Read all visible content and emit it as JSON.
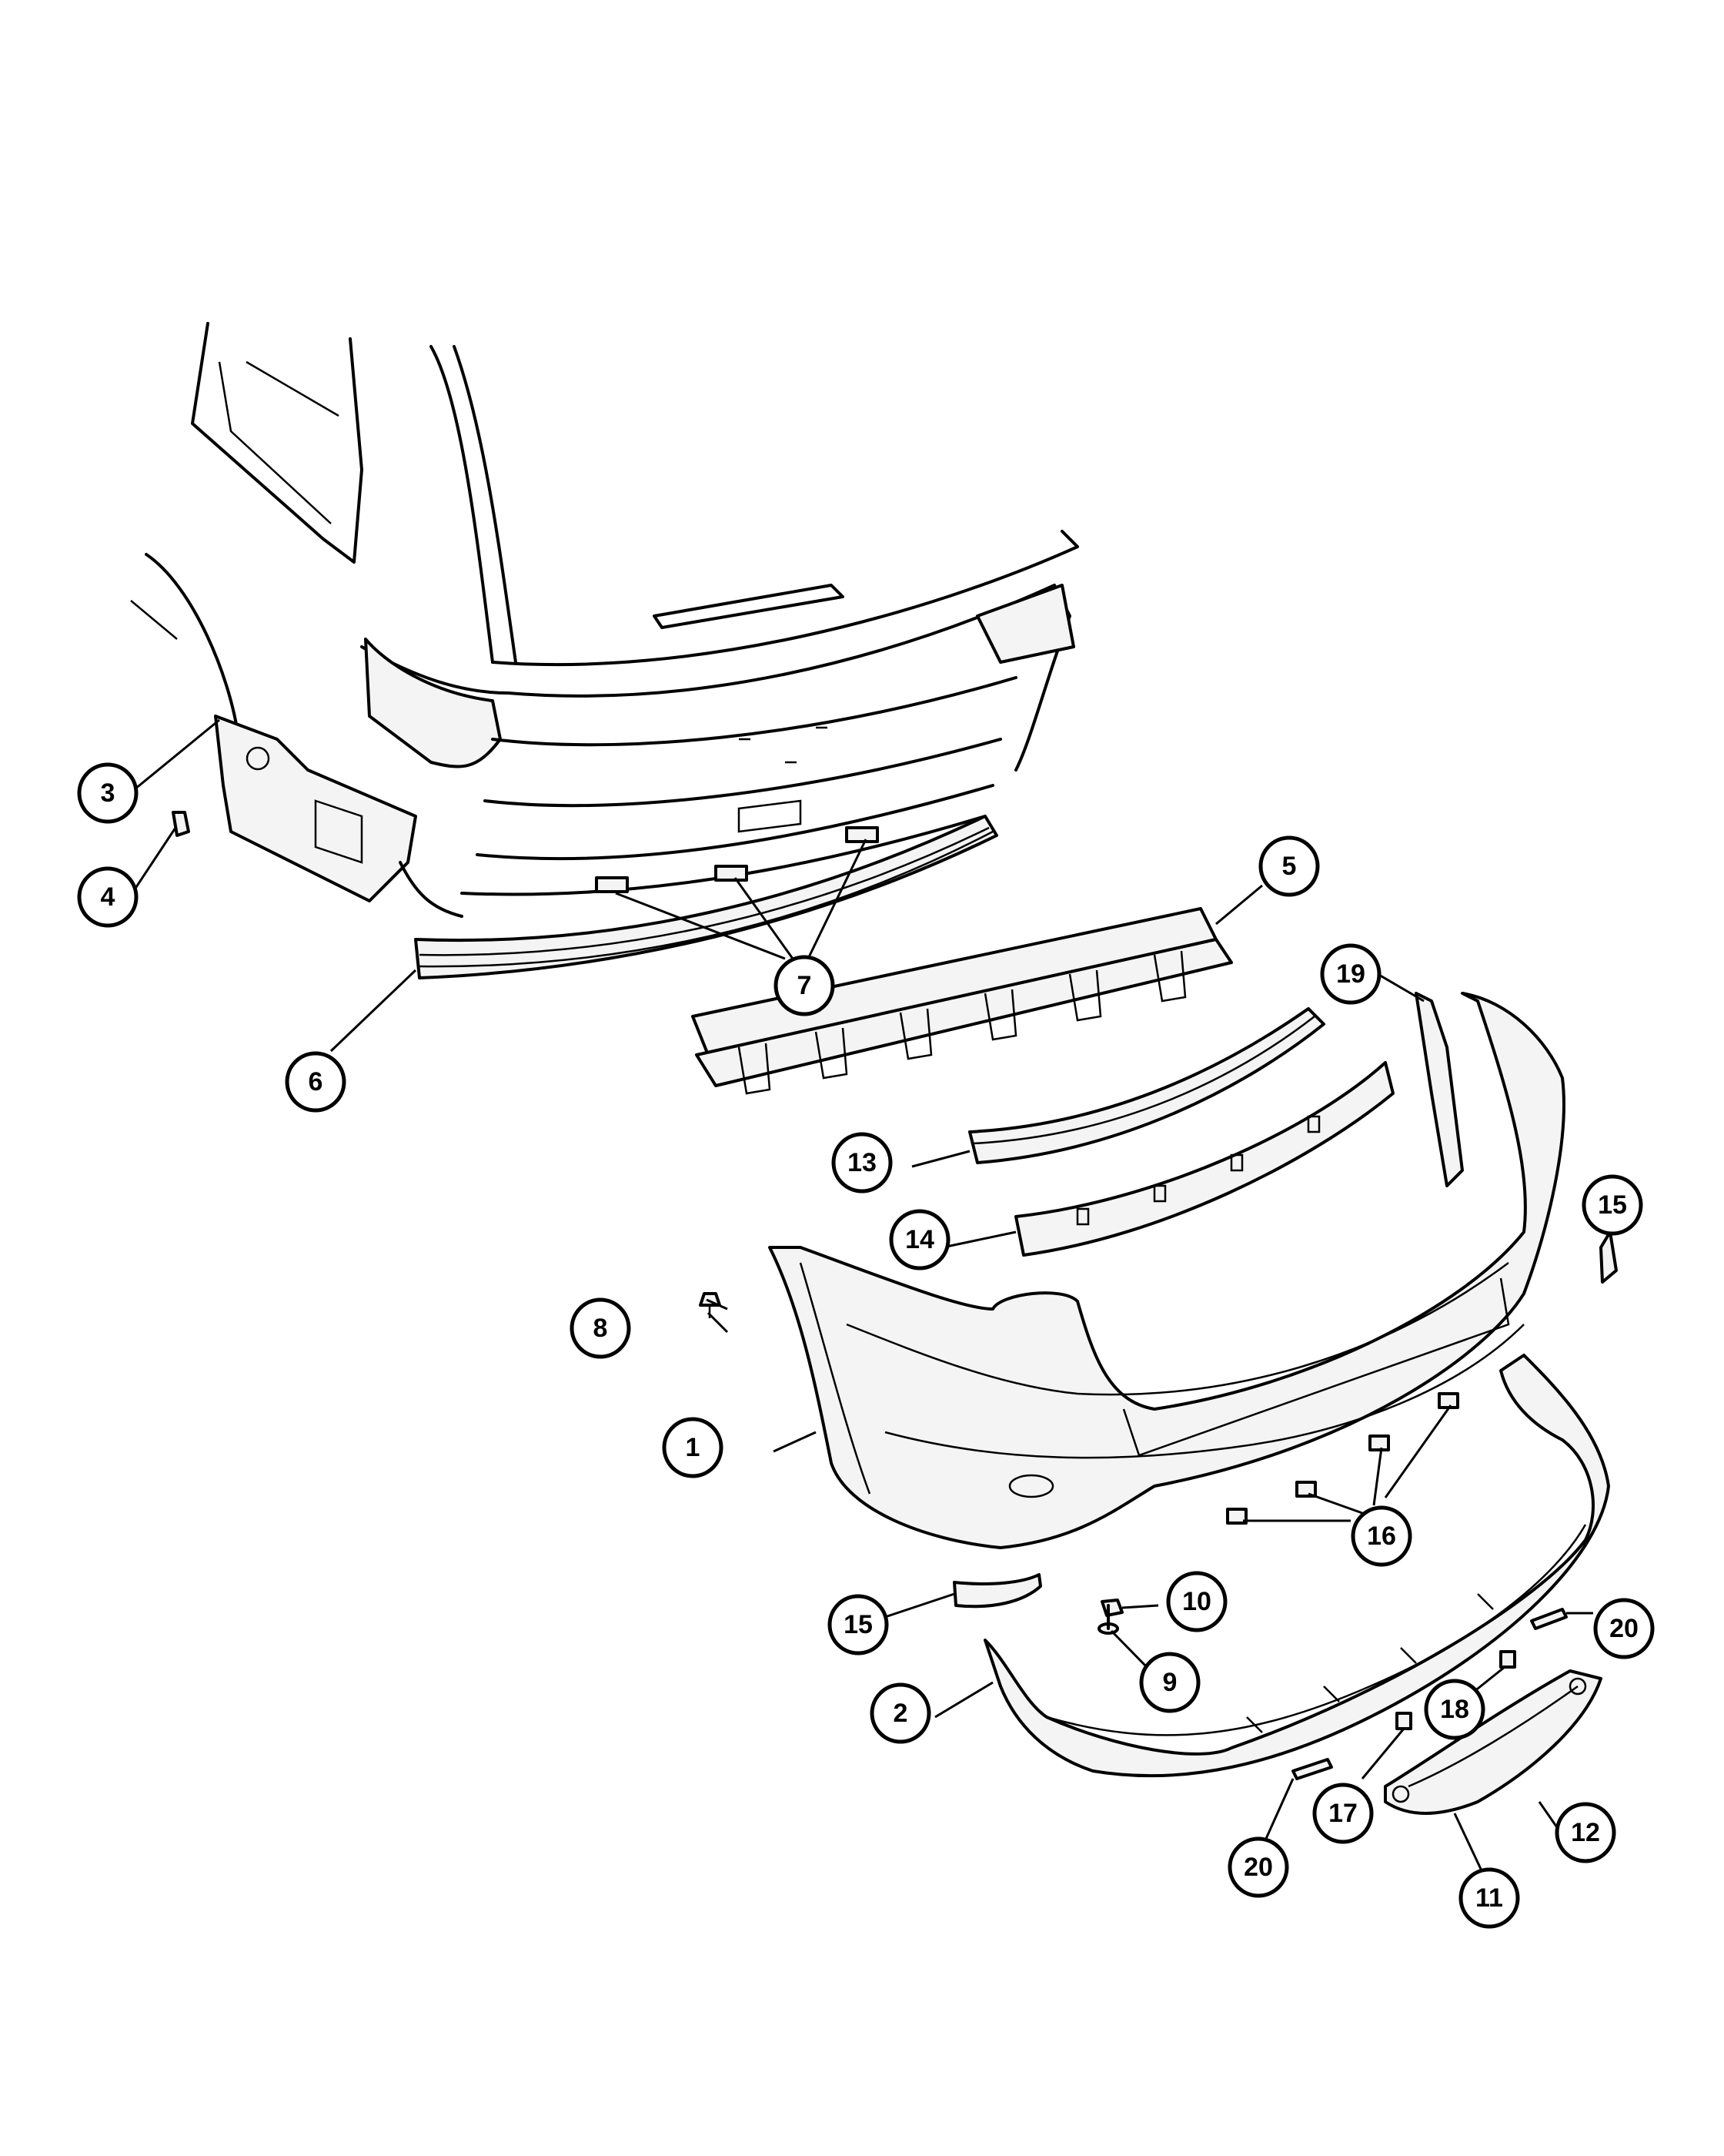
{
  "diagram": {
    "callouts": [
      {
        "id": "c1",
        "label": "1"
      },
      {
        "id": "c2",
        "label": "2"
      },
      {
        "id": "c3",
        "label": "3"
      },
      {
        "id": "c4",
        "label": "4"
      },
      {
        "id": "c5",
        "label": "5"
      },
      {
        "id": "c6",
        "label": "6"
      },
      {
        "id": "c7",
        "label": "7"
      },
      {
        "id": "c8",
        "label": "8"
      },
      {
        "id": "c9",
        "label": "9"
      },
      {
        "id": "c10",
        "label": "10"
      },
      {
        "id": "c11",
        "label": "11"
      },
      {
        "id": "c12",
        "label": "12"
      },
      {
        "id": "c13",
        "label": "13"
      },
      {
        "id": "c14",
        "label": "14"
      },
      {
        "id": "c15a",
        "label": "15"
      },
      {
        "id": "c15b",
        "label": "15"
      },
      {
        "id": "c16",
        "label": "16"
      },
      {
        "id": "c17",
        "label": "17"
      },
      {
        "id": "c18",
        "label": "18"
      },
      {
        "id": "c19",
        "label": "19"
      },
      {
        "id": "c20a",
        "label": "20"
      },
      {
        "id": "c20b",
        "label": "20"
      }
    ]
  }
}
